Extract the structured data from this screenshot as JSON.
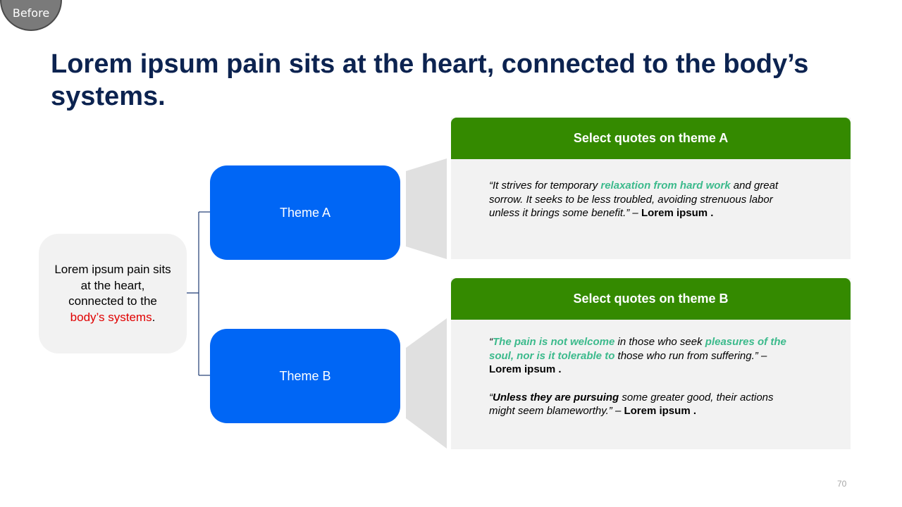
{
  "badge": {
    "label": "Before"
  },
  "title": "Lorem ipsum pain sits at the heart, connected to the body’s systems.",
  "root": {
    "text": "Lorem ipsum pain sits at the heart, connected to the ",
    "highlight": "body’s systems",
    "end": "."
  },
  "themes": [
    {
      "label": "Theme A"
    },
    {
      "label": "Theme B"
    }
  ],
  "panels": [
    {
      "header": "Select quotes on theme A",
      "quotes": [
        {
          "p1": "“It strives for temporary ",
          "h1": "relaxation from hard work",
          "p2": " and great sorrow. It seeks to be less troubled, avoiding strenuous labor unless it brings some benefit.” – ",
          "attribution": "Lorem ipsum ."
        }
      ]
    },
    {
      "header": "Select quotes on theme B",
      "quotes": [
        {
          "p1": "“",
          "h1": "The pain is not welcome",
          "p2": " in those who seek ",
          "h2": "pleasures of the soul, nor is it tolerable to",
          "p3": " those who run from suffering.” – ",
          "attribution": "Lorem ipsum ."
        },
        {
          "p1": "“",
          "b1": "Unless they are pursuing",
          "p2": " some greater good, their actions might seem blameworthy.” – ",
          "attribution": "Lorem ipsum ."
        }
      ]
    }
  ],
  "page_number": "70",
  "colors": {
    "title": "#0c2350",
    "theme_box": "#0066f5",
    "panel_header": "#348a00",
    "highlight": "#3cba8c",
    "root_highlight": "#e00000",
    "panel_background": "#f2f2f2"
  }
}
